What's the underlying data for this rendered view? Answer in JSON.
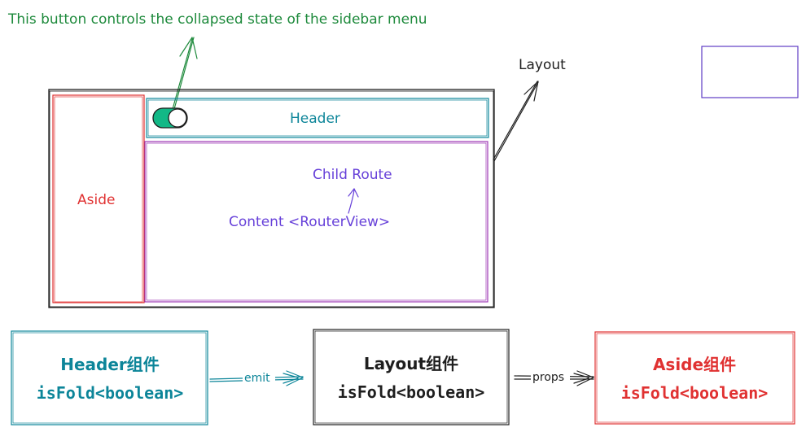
{
  "annotation": {
    "text": "This button controls the collapsed state of the sidebar menu",
    "color": "#1e8a3c"
  },
  "layout_label": "Layout",
  "wireframe": {
    "aside_label": "Aside",
    "header_label": "Header",
    "child_route_label": "Child Route",
    "content_label": "Content <RouterView>"
  },
  "components": {
    "header": {
      "title": "Header组件",
      "prop": "isFold<boolean>"
    },
    "layout": {
      "title": "Layout组件",
      "prop": "isFold<boolean>"
    },
    "aside": {
      "title": "Aside组件",
      "prop": "isFold<boolean>"
    }
  },
  "edges": {
    "emit": "emit",
    "props": "props"
  },
  "colors": {
    "outer": "#1e1e1e",
    "aside": "#e03131",
    "header": "#0c8599",
    "content": "#9c36b5",
    "content_text": "#6741d9",
    "toggle": "#12b886",
    "legend_box": "#5f3dc4"
  }
}
